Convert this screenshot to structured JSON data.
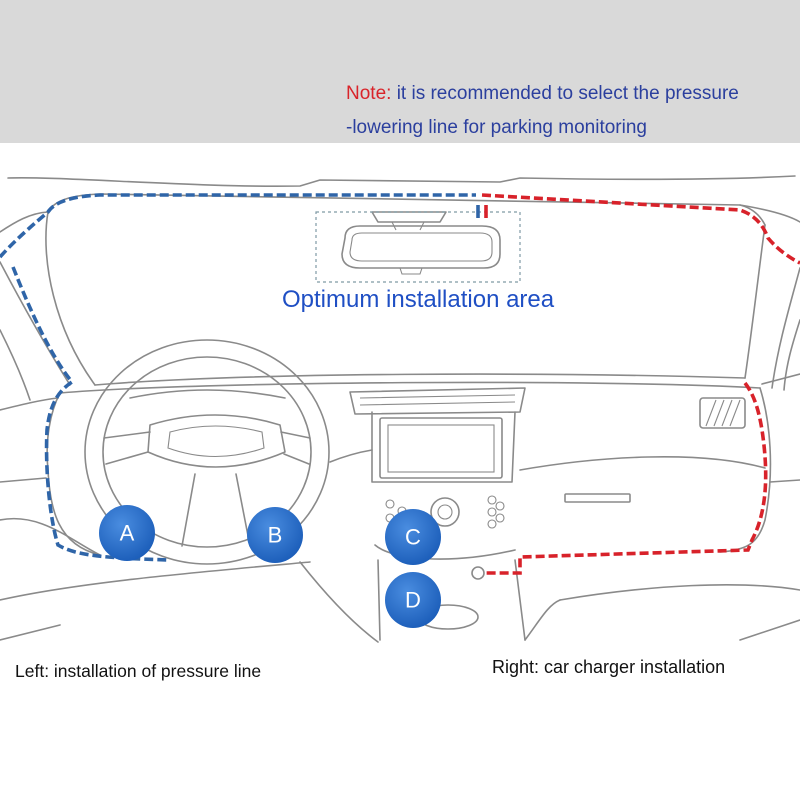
{
  "note": {
    "label": "Note:",
    "line1": "it is recommended to select the pressure",
    "line2": "-lowering line for parking monitoring"
  },
  "diagram": {
    "optimum_area_label": "Optimum installation area",
    "points": {
      "a": "A",
      "b": "B",
      "c": "C",
      "d": "D"
    }
  },
  "captions": {
    "left": "Left: installation of pressure line",
    "right": "Right: car charger installation"
  },
  "colors": {
    "band": "#d9d9d9",
    "note_label": "#d9242a",
    "note_text": "#2b3f9e",
    "blue_route": "#2f65a8",
    "red_route": "#d8222a",
    "marker": "#1a5cb8",
    "line_art": "#8a8a8a",
    "area_label": "#1f4fc4"
  }
}
